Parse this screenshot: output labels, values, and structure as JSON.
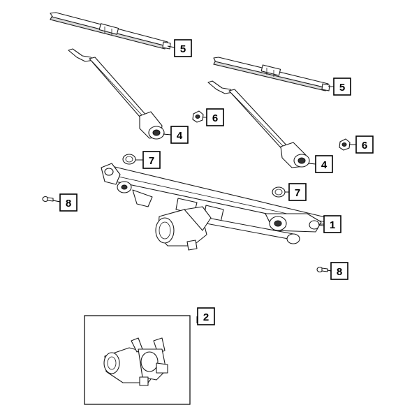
{
  "callouts": [
    {
      "id": "callout-5-left",
      "label": "5"
    },
    {
      "id": "callout-5-right",
      "label": "5"
    },
    {
      "id": "callout-6-left",
      "label": "6"
    },
    {
      "id": "callout-6-right",
      "label": "6"
    },
    {
      "id": "callout-4-left",
      "label": "4"
    },
    {
      "id": "callout-4-right",
      "label": "4"
    },
    {
      "id": "callout-7-left",
      "label": "7"
    },
    {
      "id": "callout-7-right",
      "label": "7"
    },
    {
      "id": "callout-8-left",
      "label": "8"
    },
    {
      "id": "callout-8-right",
      "label": "8"
    },
    {
      "id": "callout-1",
      "label": "1"
    },
    {
      "id": "callout-2",
      "label": "2"
    }
  ]
}
